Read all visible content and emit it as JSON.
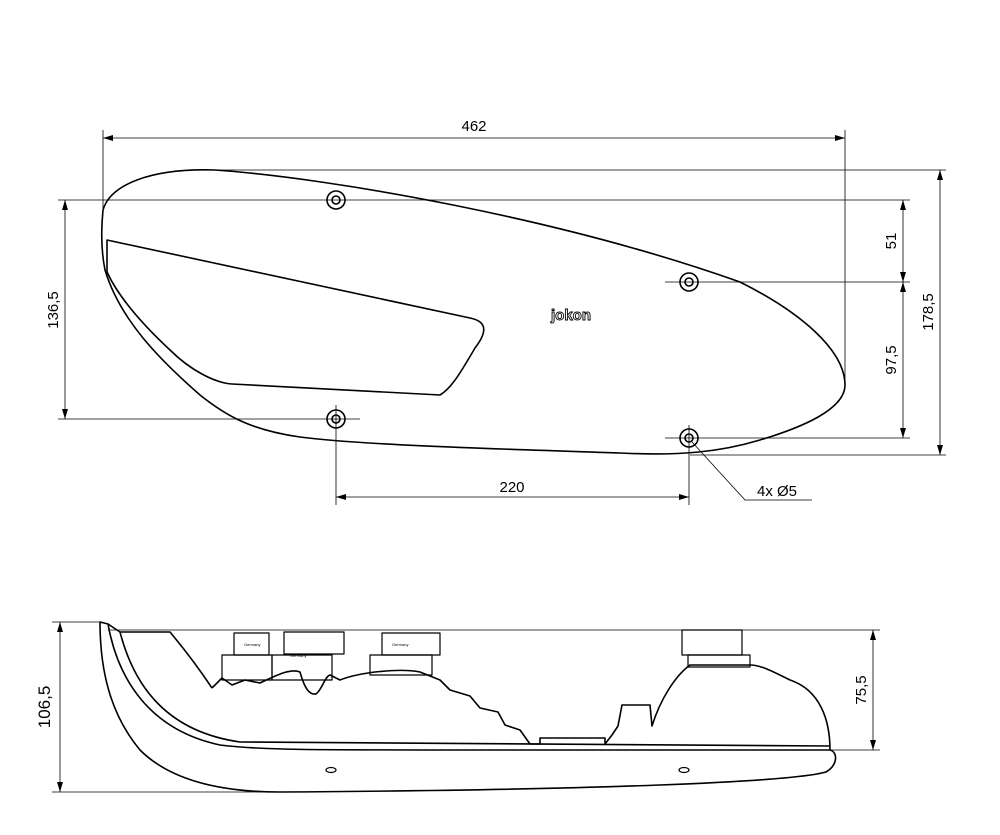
{
  "logo_text": "jokon",
  "top_view": {
    "dim_overall_length": "462",
    "dim_hole_vertical_left": "136,5",
    "dim_hole_offset_right": "51",
    "dim_hole_vertical_right": "97,5",
    "dim_overall_height": "178,5",
    "dim_hole_horizontal": "220",
    "hole_callout": "4x Ø5"
  },
  "side_view": {
    "dim_overall_depth": "106,5",
    "dim_housing_depth": "75,5",
    "connector_label": "Germany"
  }
}
